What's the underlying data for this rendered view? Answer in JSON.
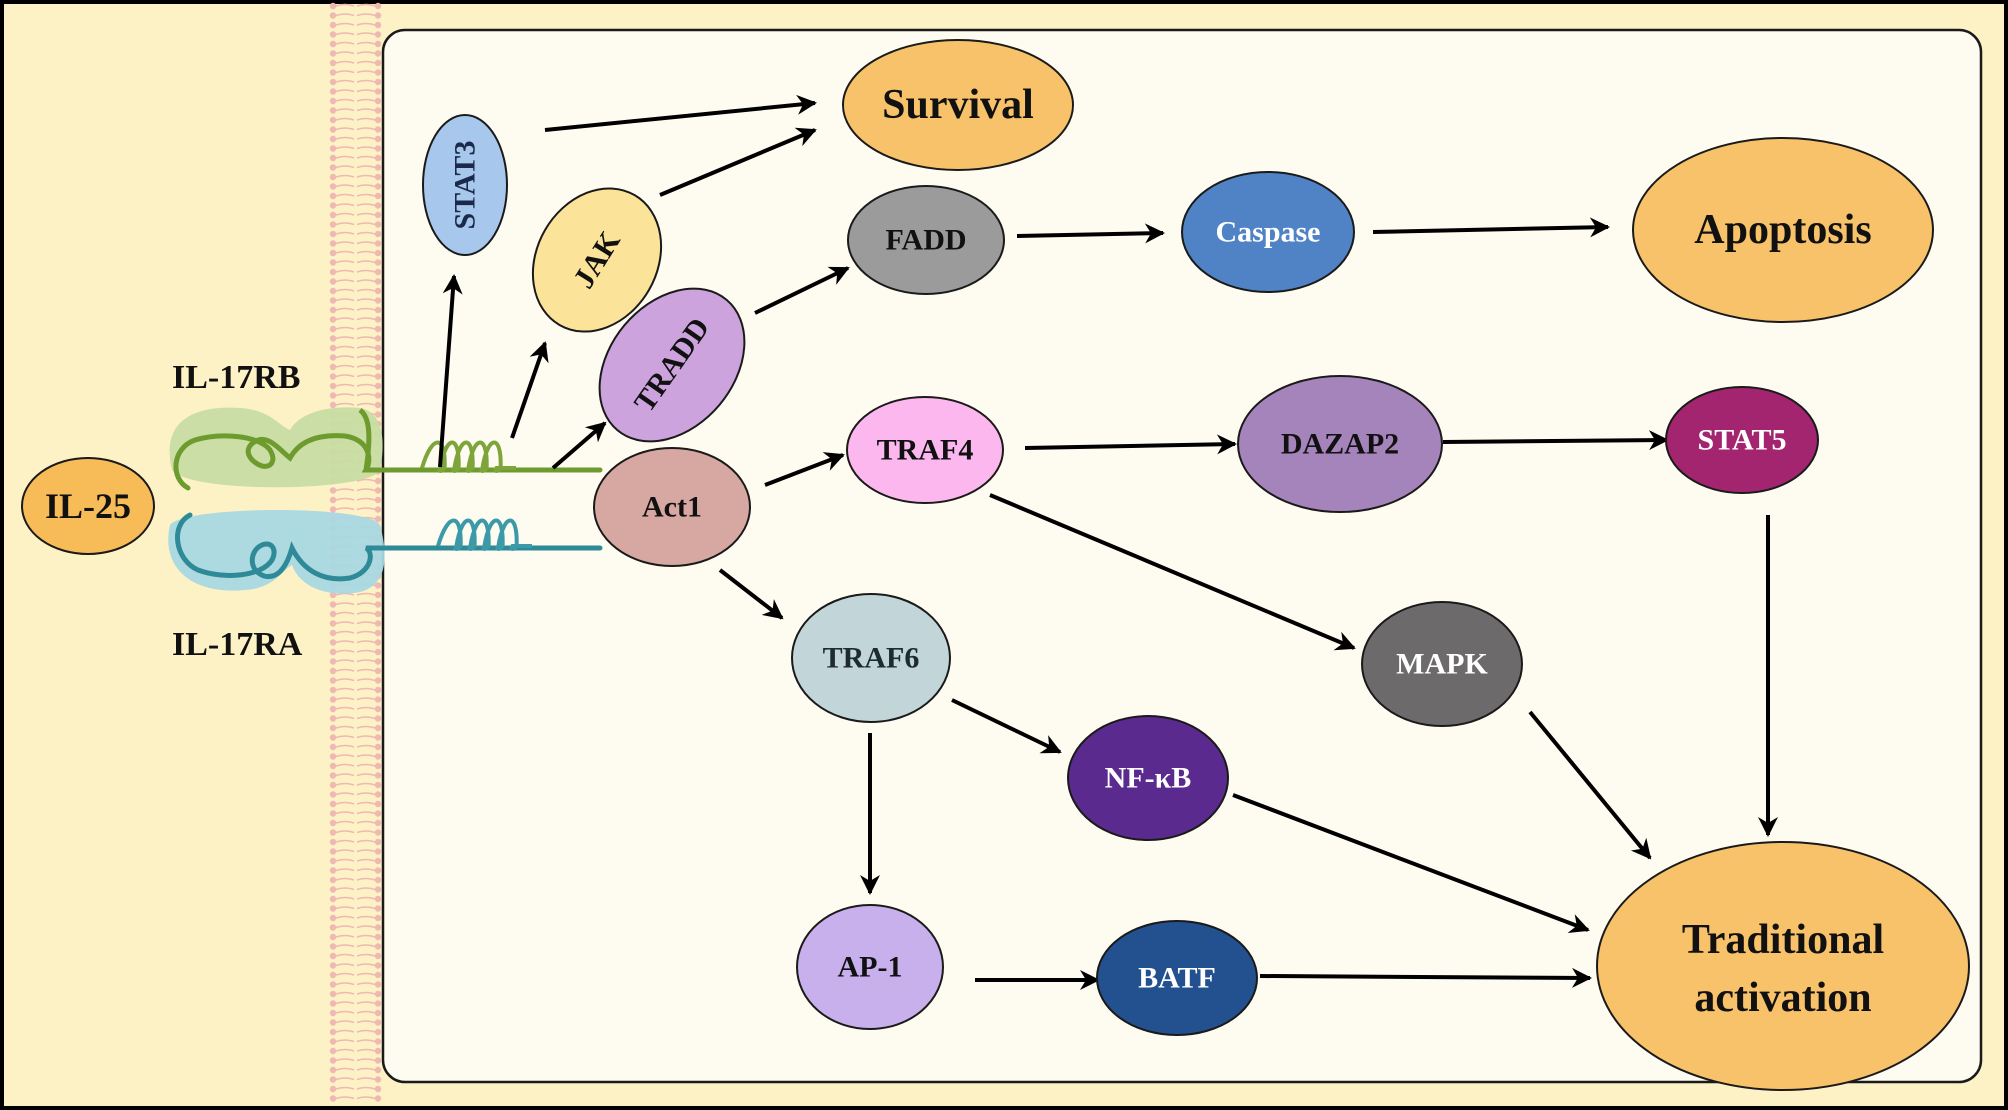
{
  "colors": {
    "background": "#fdf1c6",
    "cell_panel": "#fefbf1",
    "membrane": "#f0b8b2",
    "receptor_b": "#7da53a",
    "receptor_b_halo": "#c7dca3",
    "receptor_a": "#3c9aa8",
    "receptor_a_halo": "#a9d7e1",
    "arrow": "#000000"
  },
  "ligand": {
    "label": "IL-25",
    "color": "#f7bb58",
    "text_color": "#111111"
  },
  "receptors": {
    "il17rb": {
      "label": "IL-17RB"
    },
    "il17ra": {
      "label": "IL-17RA"
    }
  },
  "nodes": {
    "survival": {
      "label": "Survival",
      "color": "#f7c269",
      "text_color": "#111111"
    },
    "stat3": {
      "label": "STAT3",
      "color": "#a7c8ec",
      "text_color": "#1b2a4a"
    },
    "jak": {
      "label": "JAK",
      "color": "#fbe39a",
      "text_color": "#111111"
    },
    "fadd": {
      "label": "FADD",
      "color": "#9b9b9b",
      "text_color": "#111111"
    },
    "caspase": {
      "label": "Caspase",
      "color": "#4f83c5",
      "text_color": "#ffffff"
    },
    "apoptosis": {
      "label": "Apoptosis",
      "color": "#f7c269",
      "text_color": "#111111"
    },
    "tradd": {
      "label": "TRADD",
      "color": "#cda3de",
      "text_color": "#111111"
    },
    "traf4": {
      "label": "TRAF4",
      "color": "#fbb7ee",
      "text_color": "#111111"
    },
    "dazap2": {
      "label": "DAZAP2",
      "color": "#a583bb",
      "text_color": "#111111"
    },
    "stat5": {
      "label": "STAT5",
      "color": "#a3256f",
      "text_color": "#ffffff"
    },
    "act1": {
      "label": "Act1",
      "color": "#d7a7a2",
      "text_color": "#111111"
    },
    "traf6": {
      "label": "TRAF6",
      "color": "#c2d6da",
      "text_color": "#1e2b33"
    },
    "mapk": {
      "label": "MAPK",
      "color": "#6c6a6a",
      "text_color": "#ffffff"
    },
    "nfkb": {
      "label": "NF-κB",
      "color": "#5a2a8e",
      "text_color": "#ffffff"
    },
    "ap1": {
      "label": "AP-1",
      "color": "#c7b0ec",
      "text_color": "#111111"
    },
    "batf": {
      "label": "BATF",
      "color": "#23508f",
      "text_color": "#ffffff"
    },
    "activation": {
      "label_line1": "Traditional",
      "label_line2": "activation",
      "color": "#f7c269",
      "text_color": "#111111"
    }
  },
  "edges": [
    [
      "receptor",
      "stat3"
    ],
    [
      "receptor",
      "jak"
    ],
    [
      "receptor",
      "tradd"
    ],
    [
      "stat3",
      "survival"
    ],
    [
      "jak",
      "survival"
    ],
    [
      "tradd",
      "fadd"
    ],
    [
      "fadd",
      "caspase"
    ],
    [
      "caspase",
      "apoptosis"
    ],
    [
      "act1",
      "traf4"
    ],
    [
      "act1",
      "traf6"
    ],
    [
      "traf4",
      "dazap2"
    ],
    [
      "traf4",
      "mapk"
    ],
    [
      "dazap2",
      "stat5"
    ],
    [
      "stat5",
      "activation"
    ],
    [
      "mapk",
      "activation"
    ],
    [
      "nfkb",
      "activation"
    ],
    [
      "batf",
      "activation"
    ],
    [
      "traf6",
      "nfkb"
    ],
    [
      "traf6",
      "ap1"
    ],
    [
      "ap1",
      "batf"
    ]
  ]
}
